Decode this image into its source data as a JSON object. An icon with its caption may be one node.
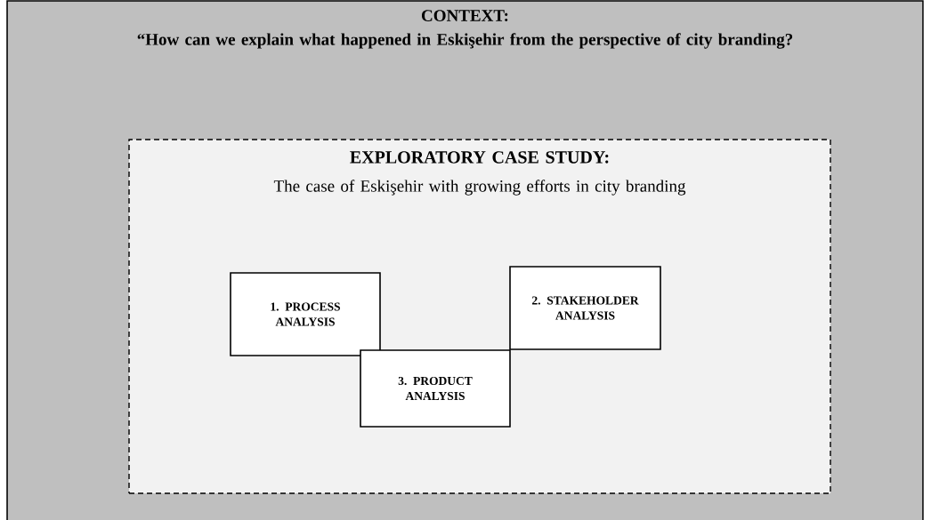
{
  "diagram": {
    "nodes": [
      {
        "text": [
          "CONTEXT:",
          "“How can we explain what happened in Eskişehir from the perspective of city branding?"
        ]
      },
      {
        "text": [
          "EXPLORATORY CASE STUDY:",
          "The case of Eskişehir with growing efforts in city branding"
        ],
        "in": 0
      },
      {
        "text": [
          "1. PROCESS ANALYSIS"
        ],
        "in": 1
      },
      {
        "text": [
          "2. STAKEHOLDER ANALYSIS"
        ],
        "in": 1
      },
      {
        "text": [
          "3. PRODUCT ANALYSIS"
        ],
        "in": 1
      }
    ]
  }
}
